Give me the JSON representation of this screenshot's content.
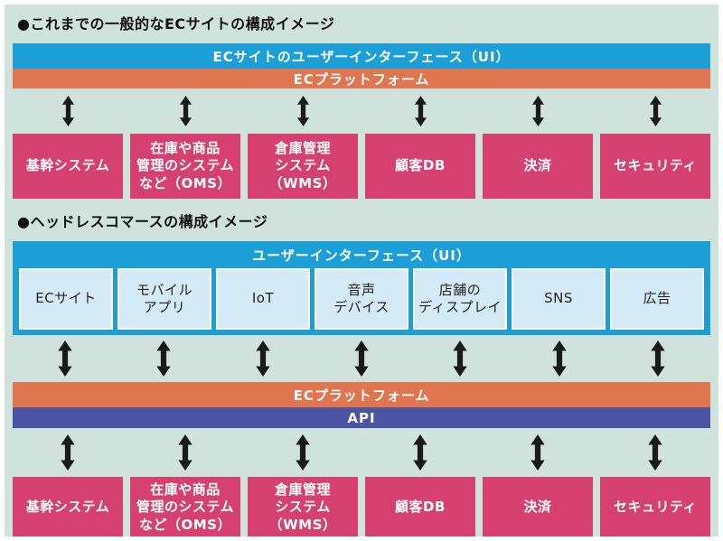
{
  "colors": {
    "page_bg": "#ffffff",
    "panel_bg": "#cfe3dc",
    "ui_bar_blue": "#1b9fd6",
    "platform_orange": "#df764f",
    "api_purple": "#4b54a3",
    "system_pink": "#d64070",
    "channel_lightblue": "#d4eaf6",
    "arrow_black": "#1a1a1a"
  },
  "section1": {
    "title": "●これまでの一般的なECサイトの構成イメージ",
    "ui_bar": "ECサイトのユーザーインターフェース（UI）",
    "platform_bar": "ECプラットフォーム",
    "systems": [
      "基幹システム",
      "在庫や商品\n管理のシステム\nなど（OMS）",
      "倉庫管理\nシステム\n（WMS）",
      "顧客DB",
      "決済",
      "セキュリティ"
    ]
  },
  "section2": {
    "title": "●ヘッドレスコマースの構成イメージ",
    "ui_bar": "ユーザーインターフェース（UI）",
    "channels": [
      "ECサイト",
      "モバイル\nアプリ",
      "IoT",
      "音声\nデバイス",
      "店舗の\nディスプレイ",
      "SNS",
      "広告"
    ],
    "platform_bar": "ECプラットフォーム",
    "api_bar": "API",
    "systems": [
      "基幹システム",
      "在庫や商品\n管理のシステム\nなど（OMS）",
      "倉庫管理\nシステム\n（WMS）",
      "顧客DB",
      "決済",
      "セキュリティ"
    ]
  }
}
